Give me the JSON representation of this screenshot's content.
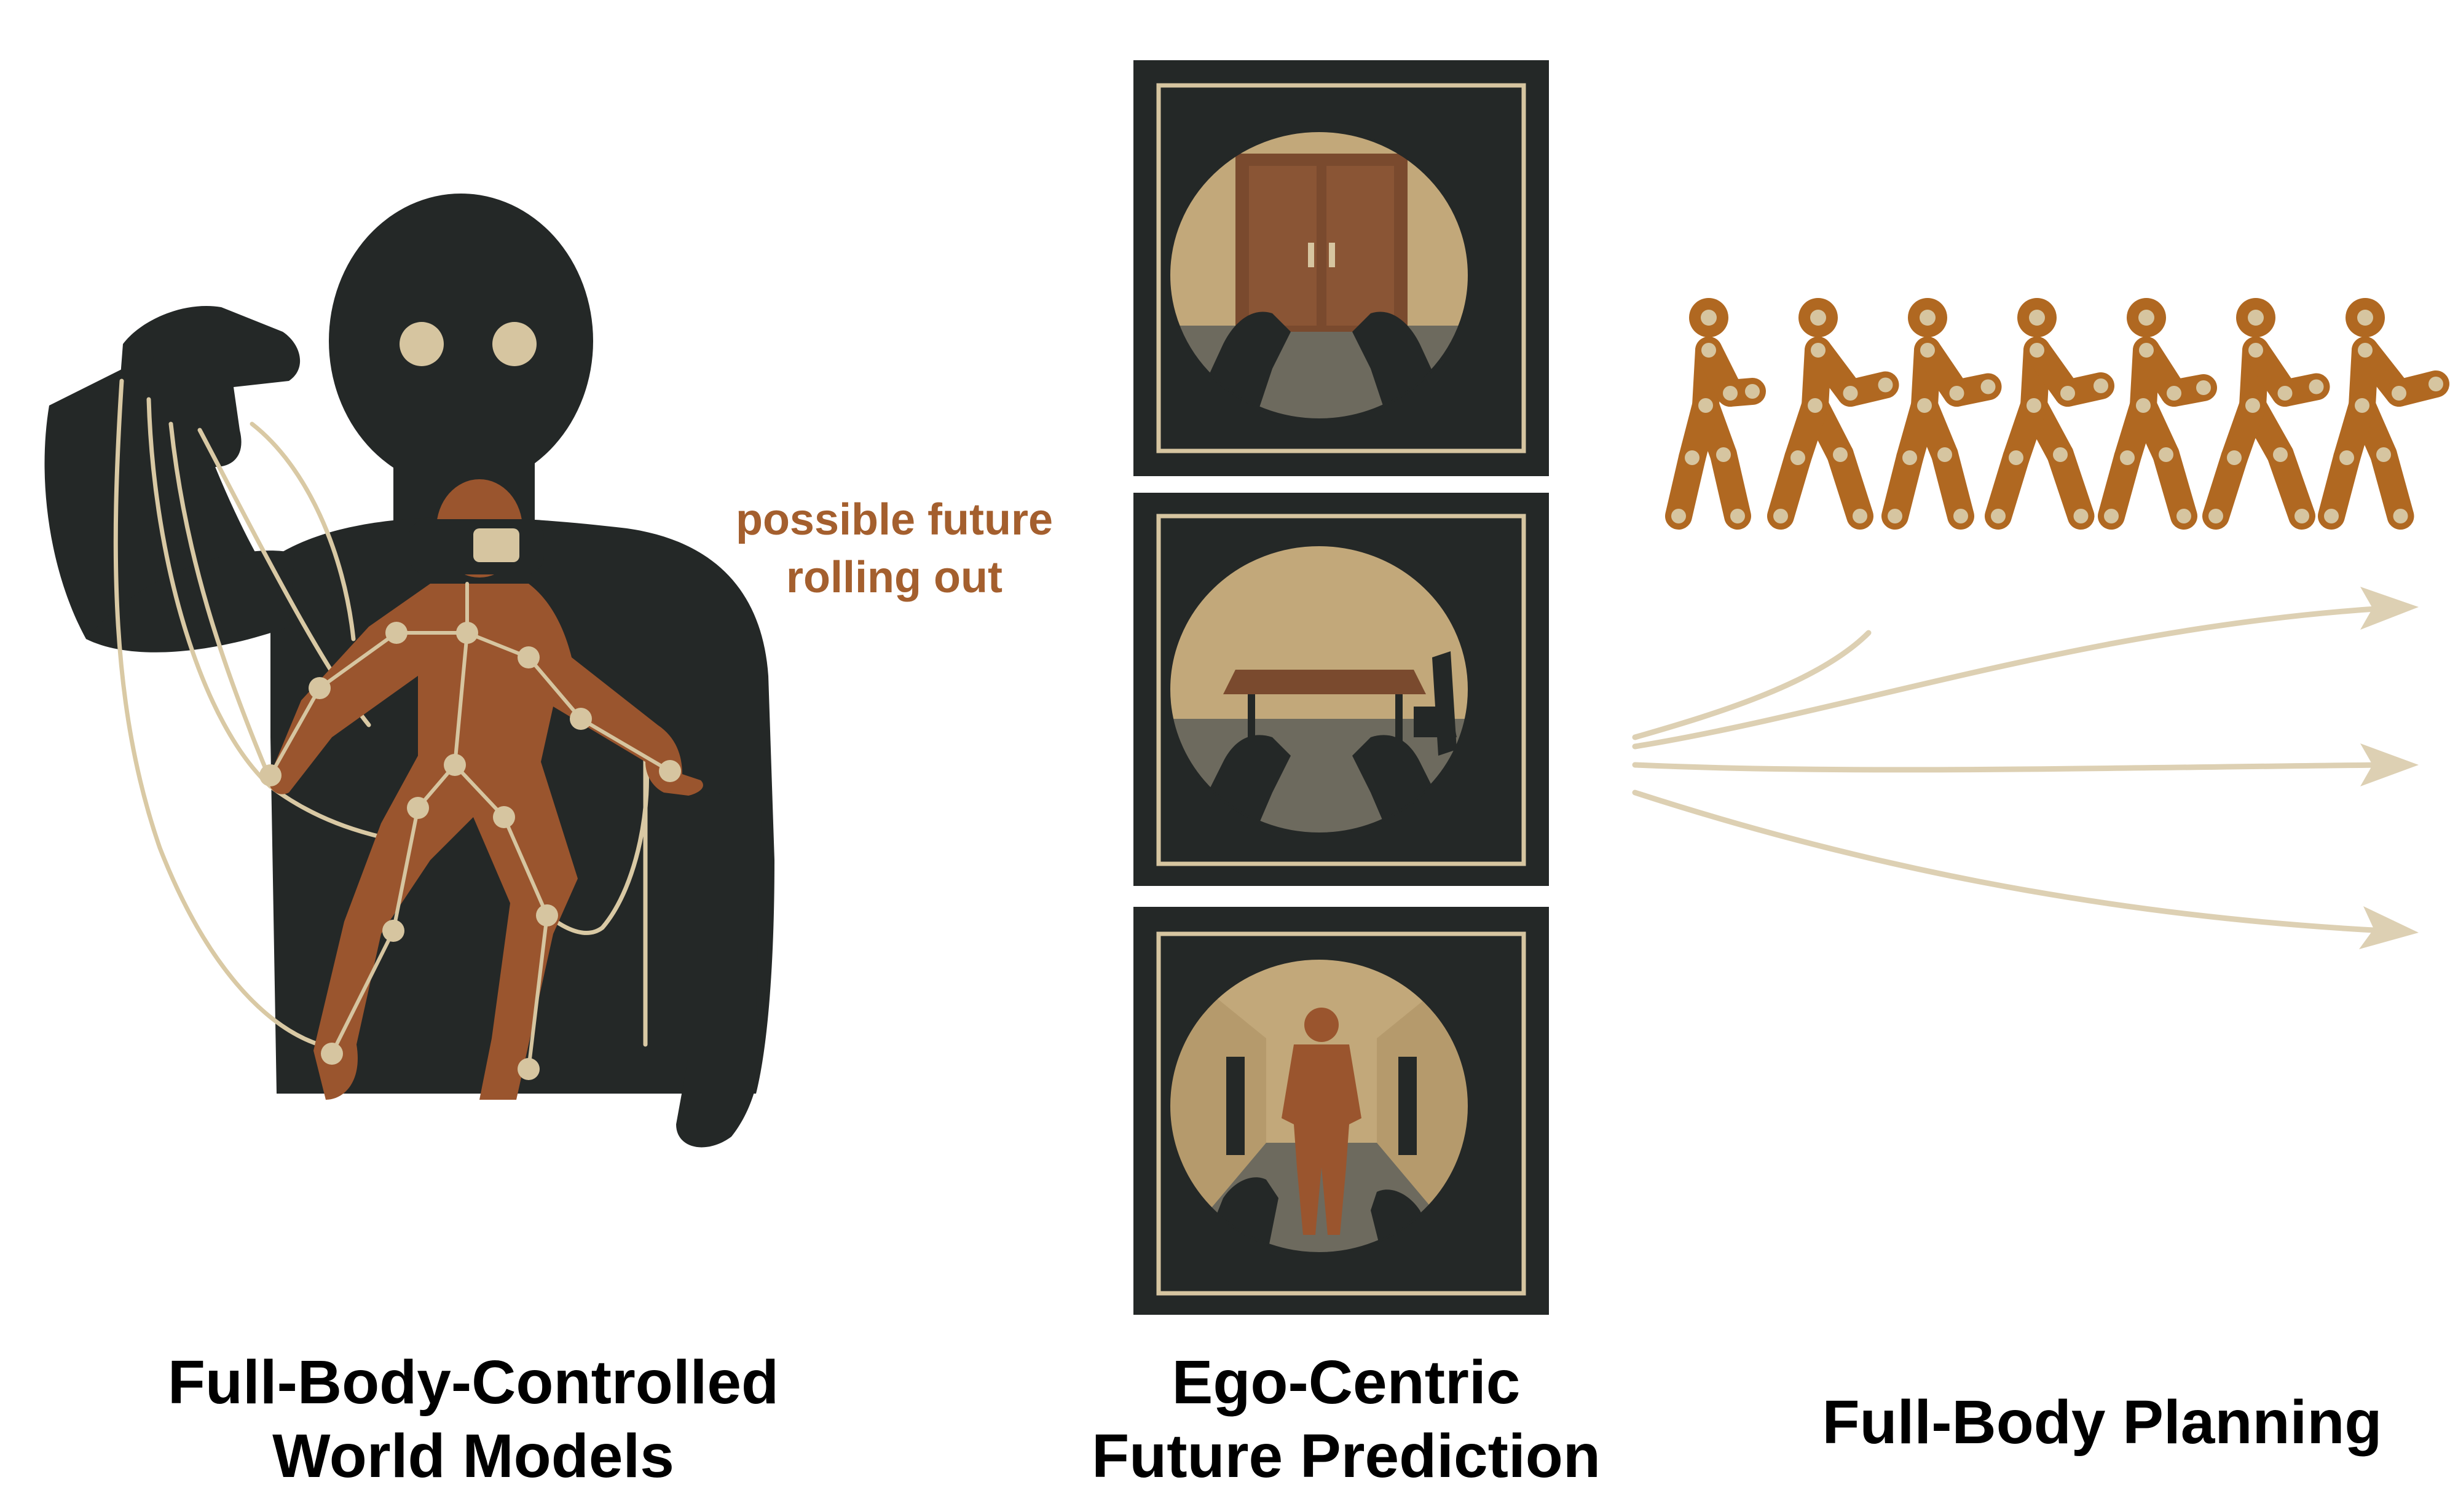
{
  "colors": {
    "background": "#ffffff",
    "silhouette": "#242827",
    "figure": "#9a552e",
    "walker": "#b06821",
    "joint": "#d6c5a0",
    "string": "#d9c9a4",
    "arrow": "#ddd0b3",
    "scene_light": "#c2a87a",
    "scene_floor": "#6d6a5e",
    "annotation": "#a45f2e",
    "caption": "#000000"
  },
  "annotation": {
    "line1": "possible future",
    "line2": "rolling out"
  },
  "panels": {
    "icons": [
      "door-scene-icon",
      "table-chair-scene-icon",
      "hallway-person-scene-icon"
    ]
  },
  "walkers": {
    "count": 7,
    "icon": "walking-person-icon"
  },
  "arrows": {
    "icon": "trajectory-arrow-icon",
    "count": 3
  },
  "captions": {
    "left": {
      "line1": "Full-Body-Controlled",
      "line2": "World Models"
    },
    "middle": {
      "line1": "Ego-Centric",
      "line2": "Future Prediction"
    },
    "right": {
      "line1": "Full-Body Planning"
    }
  }
}
